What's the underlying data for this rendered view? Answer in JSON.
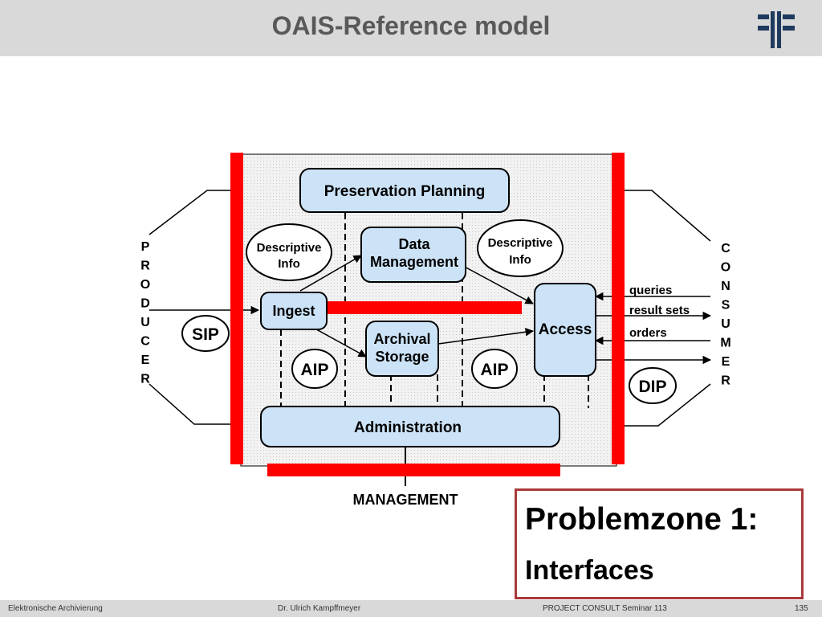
{
  "header": {
    "title": "OAIS-Reference model"
  },
  "diagram": {
    "preservation_planning": "Preservation Planning",
    "descriptive_info_left_1": "Descriptive",
    "descriptive_info_left_2": "Info",
    "data_management_1": "Data",
    "data_management_2": "Management",
    "descriptive_info_right_1": "Descriptive",
    "descriptive_info_right_2": "Info",
    "ingest": "Ingest",
    "archival_storage_1": "Archival",
    "archival_storage_2": "Storage",
    "access": "Access",
    "administration": "Administration",
    "sip": "SIP",
    "aip_left": "AIP",
    "aip_right": "AIP",
    "dip": "DIP",
    "queries": "queries",
    "result_sets": "result sets",
    "orders": "orders",
    "management": "MANAGEMENT",
    "producer_letters": [
      "P",
      "R",
      "O",
      "D",
      "U",
      "C",
      "E",
      "R"
    ],
    "consumer_letters": [
      "C",
      "O",
      "N",
      "S",
      "U",
      "M",
      "E",
      "R"
    ]
  },
  "callout": {
    "title": "Problemzone 1:",
    "subtitle": "Interfaces"
  },
  "footer": {
    "left": "Elektronische Archivierung",
    "center": "Dr. Ulrich Kampffmeyer",
    "right": "PROJECT CONSULT Seminar 113",
    "page": "135"
  },
  "colors": {
    "accent_red": "#ff0000",
    "box_fill": "#cce3f7",
    "callout_border": "#a83a3a"
  }
}
